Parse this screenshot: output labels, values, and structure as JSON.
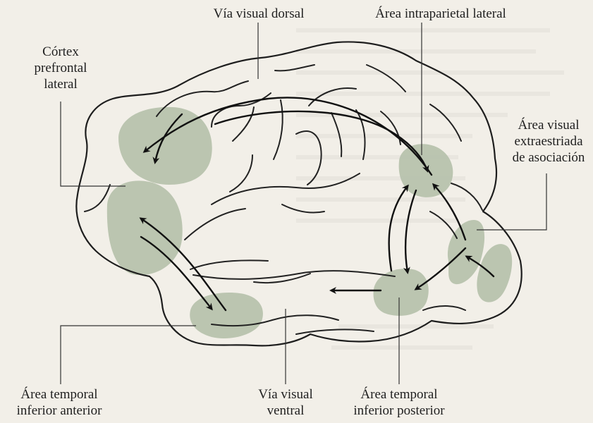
{
  "labels": {
    "dorsal_pathway": "Vía visual dorsal",
    "lateral_intraparietal_area": "Área intraparietal lateral",
    "lateral_prefrontal_cortex": [
      "Córtex",
      "prefrontal",
      "lateral"
    ],
    "extrastriate_association_area": [
      "Área visual",
      "extraestriada",
      "de asociación"
    ],
    "anterior_inferotemporal_area": [
      "Área temporal",
      "inferior anterior"
    ],
    "ventral_pathway": [
      "Vía visual",
      "ventral"
    ],
    "posterior_inferotemporal_area": [
      "Área temporal",
      "inferior posterior"
    ]
  },
  "colors": {
    "background": "#f2efe8",
    "region_fill": "#b7c2ad",
    "outline": "#1e1e1e"
  }
}
